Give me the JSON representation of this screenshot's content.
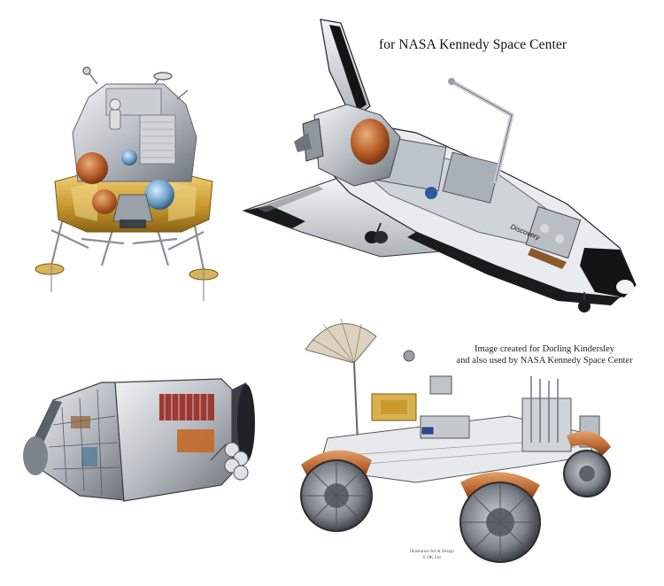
{
  "captions": {
    "shuttle_caption": "for NASA Kennedy Space Center",
    "rover_caption_line1": "Image created for Dorling Kindersley",
    "rover_caption_line2": "and also used by NASA Kennedy Space Center",
    "rover_credit_line1": "Illustration Art & Design",
    "rover_credit_line2": "© DK Ltd."
  },
  "shuttle_name": "Discovery",
  "colors": {
    "gold_foil": "#c99a2e",
    "copper": "#b8672f",
    "metal_light": "#d9dde2",
    "metal_mid": "#9aa1a8",
    "metal_dark": "#3c4046",
    "shuttle_black": "#141414",
    "orange_tank": "#c6651f",
    "blue_tank": "#6f9fc4"
  },
  "illustrations": [
    "lunar-module-cutaway",
    "space-shuttle-cutaway",
    "command-service-module-cutaway",
    "lunar-roving-vehicle-cutaway"
  ]
}
